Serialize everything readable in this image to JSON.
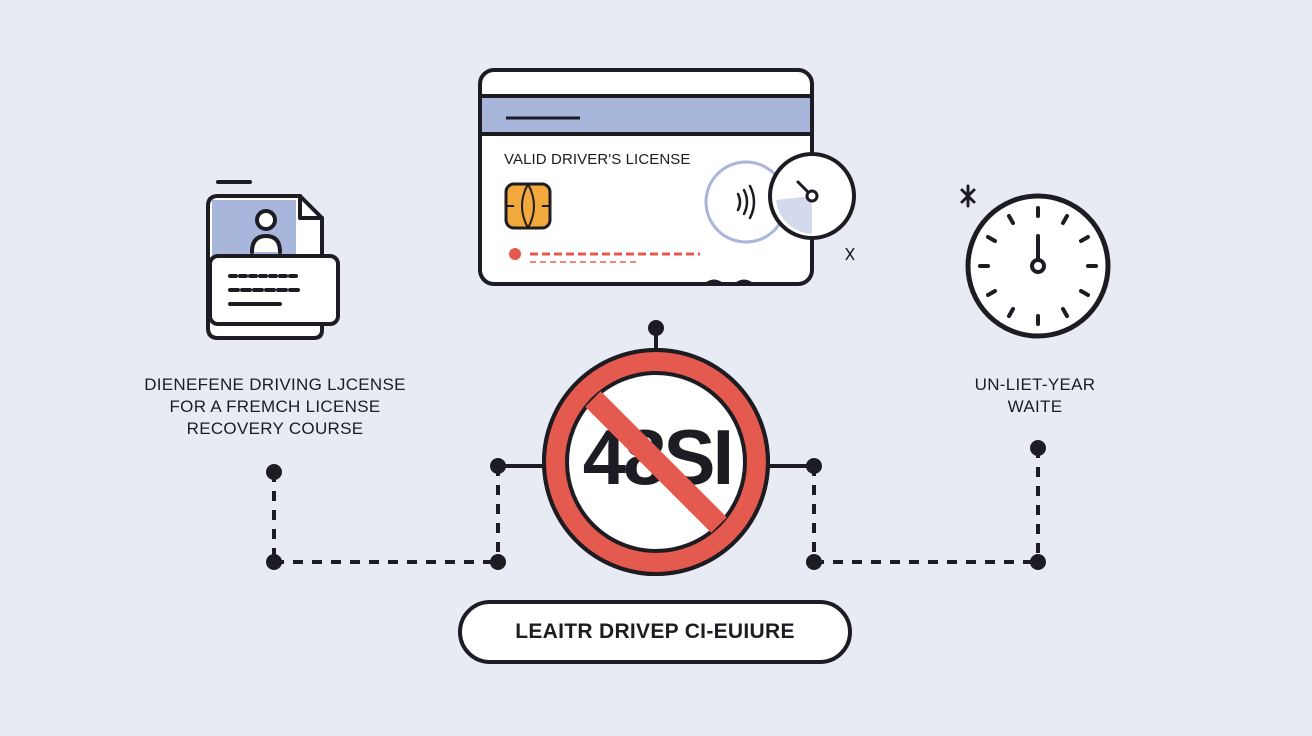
{
  "card": {
    "title": "VALID DRIVER'S LICENSE"
  },
  "left_caption": {
    "lines": [
      "DIENEFENE DRIVING LJCENSE",
      "FOR A FREMCH LICENSE",
      "RECOVERY COURSE"
    ]
  },
  "right_caption": {
    "lines": [
      "UN-LIET-YEAR",
      "WAITE"
    ]
  },
  "prohibited_sign": {
    "text": "48SI"
  },
  "status_pill": {
    "label": "LEAITR DRIVEP CI-EUIURE"
  },
  "colors": {
    "background": "#e8ebf3",
    "stroke": "#1c1c22",
    "prohibited_red": "#e55a4e",
    "accent_blue": "#a9b6dc",
    "chip_orange": "#f0a93a",
    "stripe_red": "#e55a4e"
  },
  "icons": [
    "document-icon",
    "license-card-icon",
    "contactless-icon",
    "stopwatch-icon",
    "prohibited-icon",
    "clock-icon"
  ]
}
